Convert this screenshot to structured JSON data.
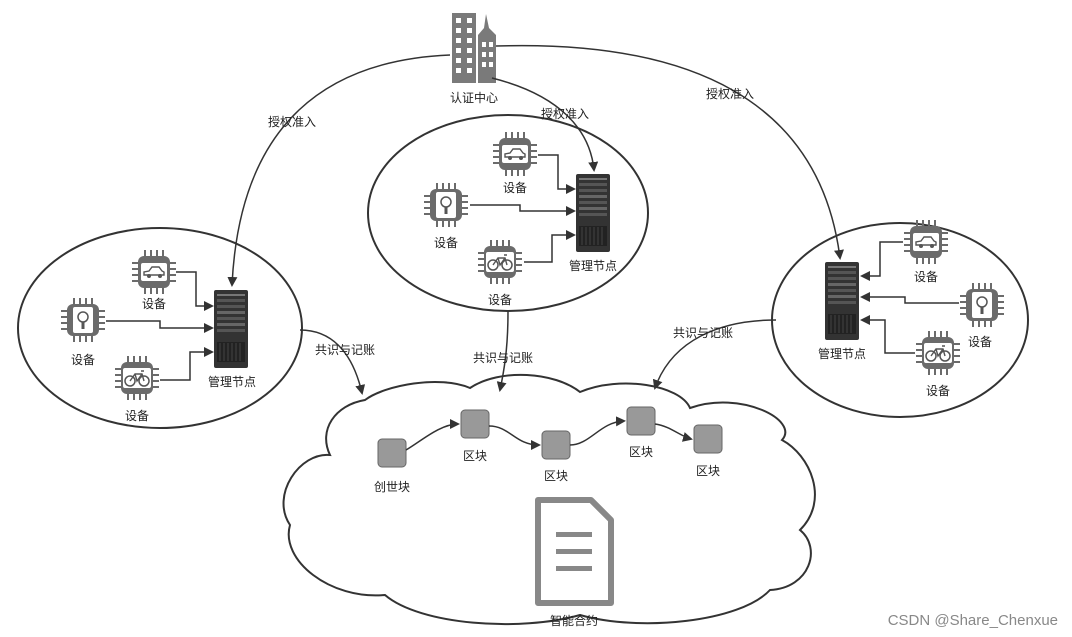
{
  "auth_center": {
    "label": "认证中心"
  },
  "auth_label": "授权准入",
  "consensus_label": "共识与记账",
  "device_label": "设备",
  "node_label": "管理节点",
  "chain": {
    "genesis": "创世块",
    "blocks": [
      "区块",
      "区块",
      "区块",
      "区块"
    ]
  },
  "contract_label": "智能合约",
  "watermark": "CSDN @Share_Chenxue",
  "colors": {
    "icon": "#6b6b6b",
    "block": "#999999",
    "line": "#333333"
  },
  "icons": [
    "building-icon",
    "server-icon",
    "car-chip-icon",
    "lock-chip-icon",
    "bike-chip-icon",
    "document-icon"
  ]
}
